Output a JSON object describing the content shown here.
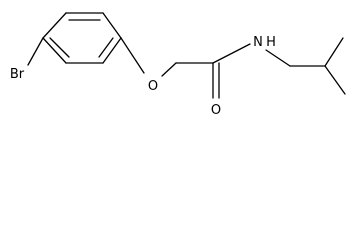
{
  "molecule": {
    "atoms": {
      "bromine": "Br",
      "ether_oxygen": "O",
      "carbonyl_oxygen": "O",
      "amide_nitrogen": "N",
      "amide_hydrogen": "H"
    },
    "colors": {
      "bond": "#000000",
      "label": "#000000",
      "background": "#ffffff"
    }
  }
}
